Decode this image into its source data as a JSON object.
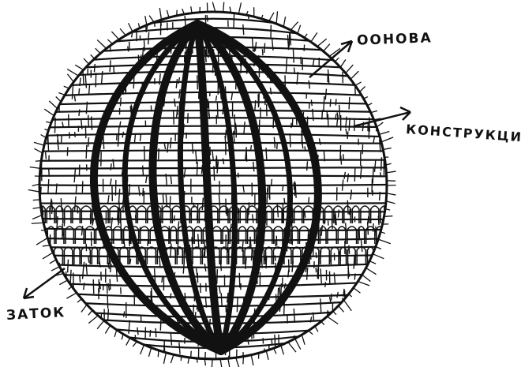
{
  "labels": {
    "osnova": "ООНОВА",
    "konstrukcija": "КОНСТРУКЦИЈА",
    "zatok": "ЗАТОК"
  },
  "colors": {
    "ink": "#111111",
    "paper": "#ffffff"
  }
}
